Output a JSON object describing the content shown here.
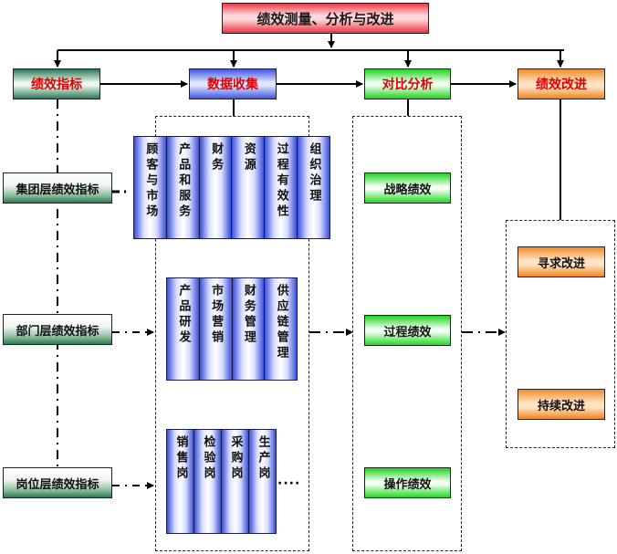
{
  "title": "绩效测量、分析与改进",
  "headers": {
    "indicators": "绩效指标",
    "collection": "数据收集",
    "analysis": "对比分析",
    "improvement": "绩效改进"
  },
  "levels": [
    {
      "label": "集团层绩效指标"
    },
    {
      "label": "部门层绩效指标"
    },
    {
      "label": "岗位层绩效指标"
    }
  ],
  "collection_groups": [
    {
      "columns": [
        "顾客与市场",
        "产品和服务",
        "财务",
        "资源",
        "过程有效性",
        "组织治理"
      ]
    },
    {
      "columns": [
        "产品研发",
        "市场营销",
        "财务管理",
        "供应链管理"
      ]
    },
    {
      "columns": [
        "销售岗",
        "检验岗",
        "采购岗",
        "生产岗"
      ],
      "continuation": "····"
    }
  ],
  "analysis_items": [
    "战略绩效",
    "过程绩效",
    "操作绩效"
  ],
  "improvement_items": [
    "寻求改进",
    "持续改进"
  ],
  "colors": {
    "header_text": "#e00000",
    "title_red": "#e8323f",
    "indicator_green": "#2b7a55",
    "collection_blue": "#3e56e0",
    "analysis_green": "#1fd21f",
    "improvement_orange": "#f0841e"
  }
}
